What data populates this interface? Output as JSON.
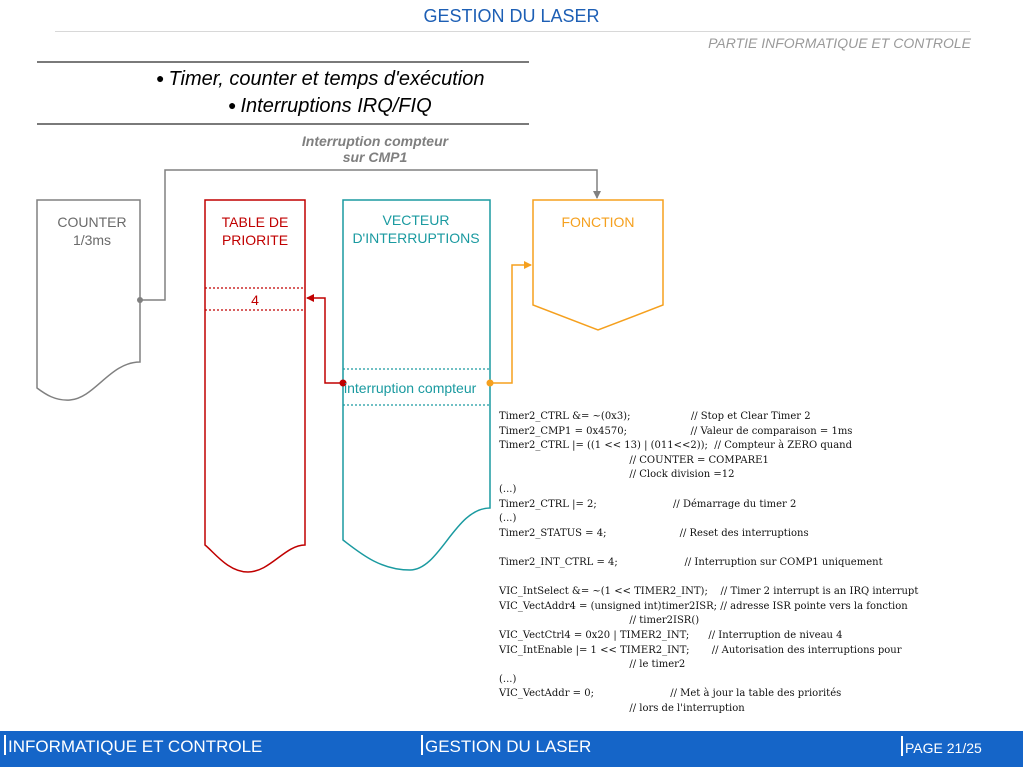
{
  "header": {
    "title": "GESTION DU LASER",
    "subtitle": "PARTIE INFORMATIQUE ET CONTROLE"
  },
  "bullets": [
    "Timer, counter et temps d'exécution",
    "Interruptions IRQ/FIQ"
  ],
  "diagram": {
    "interrupt_note": [
      "Interruption compteur",
      "sur CMP1"
    ],
    "counter": [
      "COUNTER",
      "1/3ms"
    ],
    "priority_table": [
      "TABLE DE",
      "PRIORITE"
    ],
    "priority_value": "4",
    "vector": [
      "VECTEUR",
      "D'INTERRUPTIONS"
    ],
    "vector_entry": "interruption compteur",
    "function": "FONCTION",
    "colors": {
      "counter": "#7f7f7f",
      "table": "#c00000",
      "vector": "#1a9aa0",
      "function": "#f5a01e"
    }
  },
  "code": [
    "Timer2_CTRL &= ~(0x3);                   // Stop et Clear Timer 2",
    "Timer2_CMP1 = 0x4570;                    // Valeur de comparaison = 1ms",
    "Timer2_CTRL |= ((1 << 13) | (011<<2));  // Compteur à ZERO quand",
    "                                         // COUNTER = COMPARE1",
    "                                         // Clock division =12",
    "(...)",
    "Timer2_CTRL |= 2;                        // Démarrage du timer 2",
    "(...)",
    "Timer2_STATUS = 4;                       // Reset des interruptions",
    "",
    "Timer2_INT_CTRL = 4;                     // Interruption sur COMP1 uniquement",
    "",
    "VIC_IntSelect &= ~(1 << TIMER2_INT);    // Timer 2 interrupt is an IRQ interrupt",
    "VIC_VectAddr4 = (unsigned int)timer2ISR; // adresse ISR pointe vers la fonction",
    "                                         // timer2ISR()",
    "VIC_VectCtrl4 = 0x20 | TIMER2_INT;      // Interruption de niveau 4",
    "VIC_IntEnable |= 1 << TIMER2_INT;       // Autorisation des interruptions pour",
    "                                         // le timer2",
    "(...)",
    "VIC_VectAddr = 0;                        // Met à jour la table des priorités",
    "                                         // lors de l'interruption"
  ],
  "footer": {
    "left": "INFORMATIQUE ET CONTROLE",
    "center": "GESTION DU LASER",
    "page": "PAGE 21/25"
  }
}
